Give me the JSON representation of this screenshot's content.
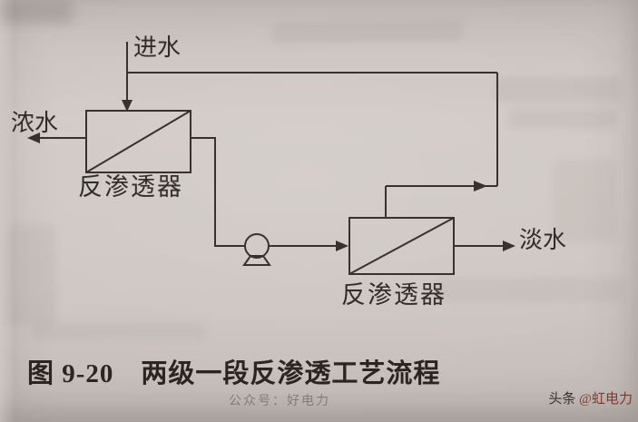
{
  "diagram": {
    "feed_label": "进水",
    "concentrate_label": "浓水",
    "ro_unit_1_label": "反渗透器",
    "ro_unit_2_label": "反渗透器",
    "product_label": "淡水"
  },
  "caption": "图 9-20　两级一段反渗透工艺流程",
  "watermarks": {
    "center": "公众号：好电力",
    "right_prefix": "头条 ",
    "right_name": "@虹电力"
  },
  "colors": {
    "paper": "#cdc6c2",
    "ink": "#38312c",
    "caption_ink": "#2b2624"
  }
}
